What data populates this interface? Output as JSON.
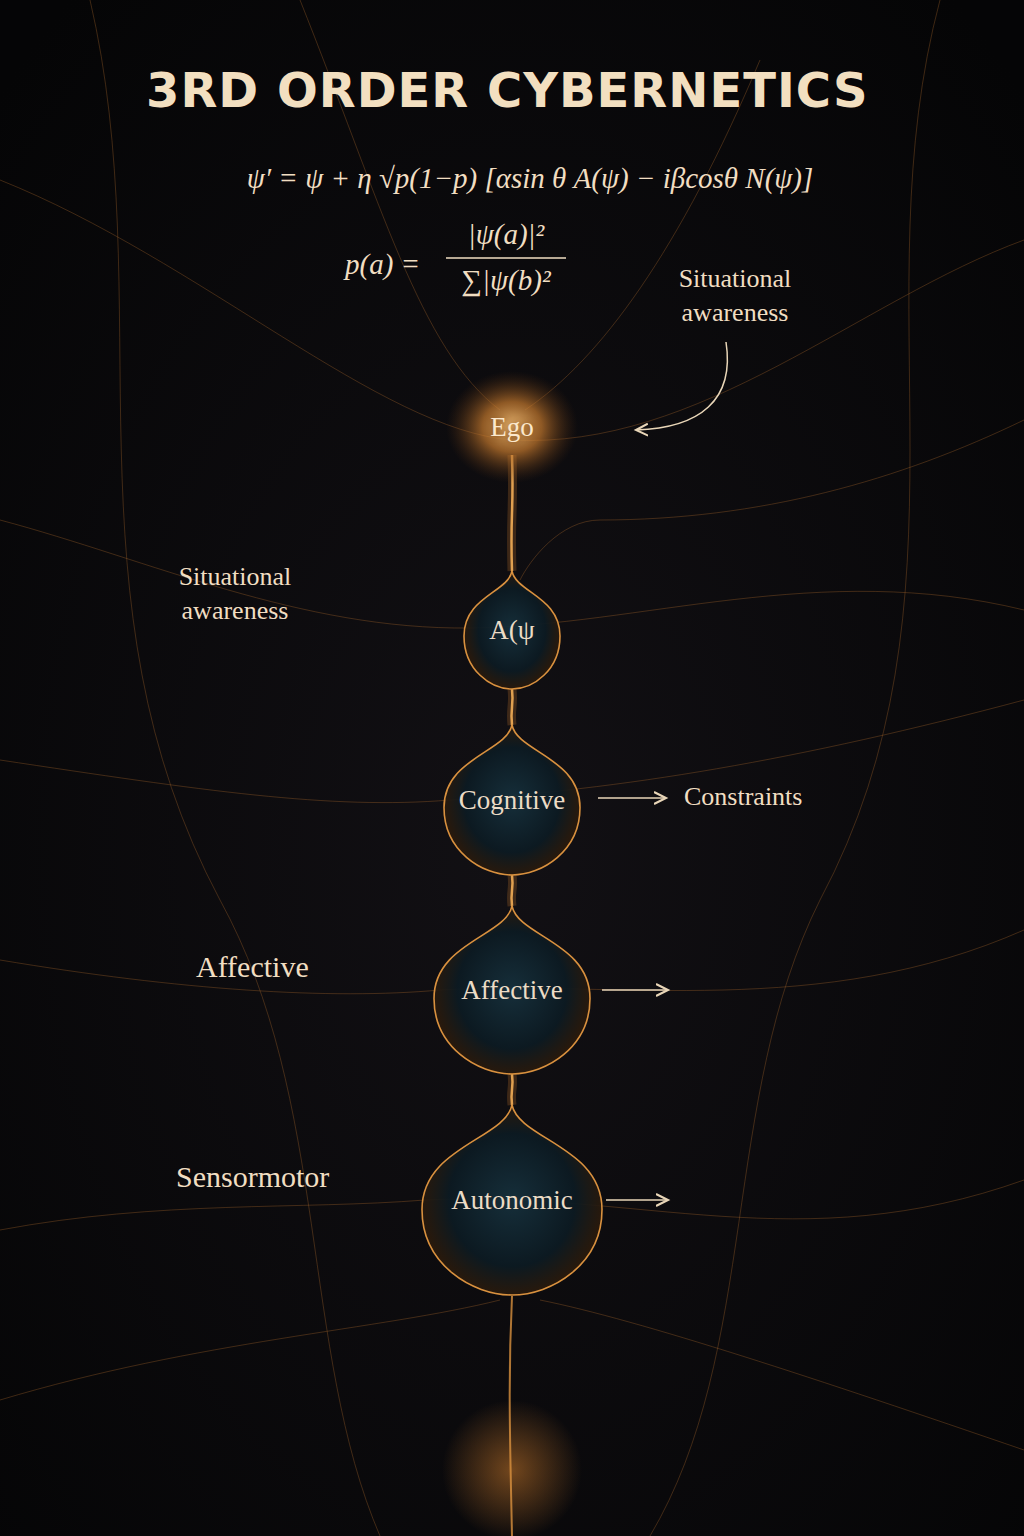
{
  "diagram": {
    "title": "3RD ORDER CYBERNETICS",
    "nodes": [
      {
        "text": [
          "Ego"
        ]
      },
      {
        "text": [
          "A(ψ"
        ]
      },
      {
        "text": [
          "Cognitive"
        ]
      },
      {
        "text": [
          "Affective"
        ]
      },
      {
        "text": [
          "Autonomic"
        ]
      }
    ],
    "edges": [
      {
        "from": 0,
        "to": 1,
        "arrow": "none"
      },
      {
        "from": 1,
        "to": 2,
        "arrow": "none"
      },
      {
        "from": 2,
        "to": 3,
        "arrow": "none"
      },
      {
        "from": 3,
        "to": 4,
        "arrow": "none"
      }
    ],
    "labels": [
      "ψ′ = ψ + η √p(1−p) [αsin θ A(ψ) − iβcosθ N(ψ)]",
      "p(a) =",
      "|ψ(a)|²",
      "∑|ψ(b)²",
      "Situational awareness",
      "Situational awareness",
      "Constraints",
      "Affective",
      "Sensormotor"
    ]
  }
}
